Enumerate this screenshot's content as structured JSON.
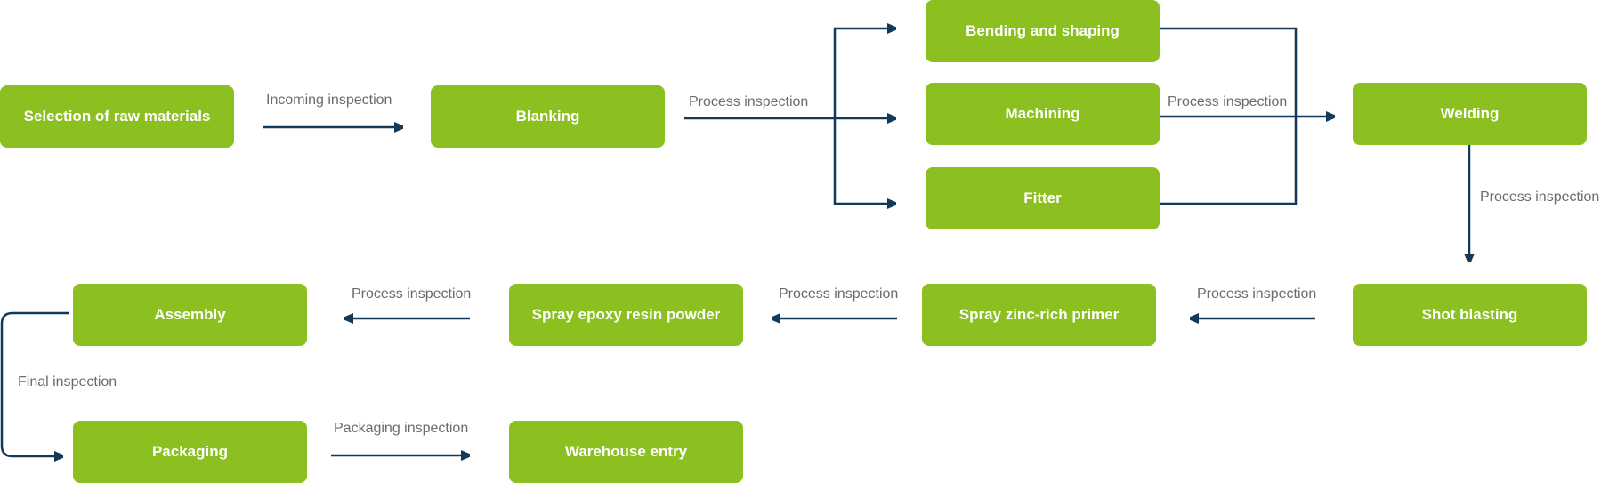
{
  "diagram": {
    "colors": {
      "node_fill": "#8cc021",
      "node_text": "#ffffff",
      "connector": "#12395a",
      "label_text": "#6b6b6b"
    },
    "nodes": {
      "raw_materials": "Selection of raw materials",
      "blanking": "Blanking",
      "bending": "Bending and shaping",
      "machining": "Machining",
      "fitter": "Fitter",
      "welding": "Welding",
      "shot_blasting": "Shot blasting",
      "zinc_primer": "Spray zinc-rich primer",
      "epoxy": "Spray epoxy resin powder",
      "assembly": "Assembly",
      "packaging": "Packaging",
      "warehouse": "Warehouse entry"
    },
    "edges": {
      "incoming": "Incoming inspection",
      "blanking_out": "Process inspection",
      "merge_out": "Process inspection",
      "welding_out": "Process inspection",
      "shot_out": "Process inspection",
      "zinc_out": "Process inspection",
      "epoxy_out": "Process inspection",
      "final": "Final inspection",
      "packaging_out": "Packaging inspection"
    }
  }
}
